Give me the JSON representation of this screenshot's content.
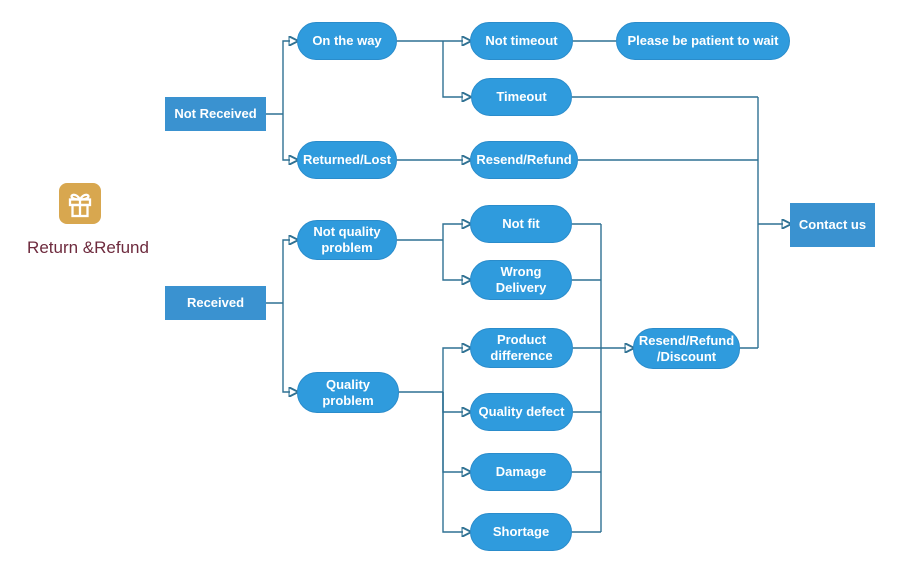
{
  "brand": {
    "icon": "gift-icon",
    "label": "Return &Refund",
    "label_color": "#6e2b3e",
    "icon_bg": "#d8a74f"
  },
  "colors": {
    "pill_fill": "#2f9bdd",
    "pill_border": "#2a8ccb",
    "rect_fill": "#3a92d0",
    "connector": "#2f7193",
    "node_text": "#ffffff",
    "background": "#ffffff"
  },
  "diagram": {
    "nodes": {
      "not_received": {
        "label": "Not Received",
        "shape": "rect"
      },
      "on_the_way": {
        "label": "On the way",
        "shape": "pill"
      },
      "not_timeout": {
        "label": "Not timeout",
        "shape": "pill"
      },
      "please_wait": {
        "label": "Please be patient to wait",
        "shape": "pill"
      },
      "timeout": {
        "label": "Timeout",
        "shape": "pill"
      },
      "returned_lost": {
        "label": "Returned/Lost",
        "shape": "pill"
      },
      "resend_refund": {
        "label": "Resend/Refund",
        "shape": "pill"
      },
      "received": {
        "label": "Received",
        "shape": "rect"
      },
      "not_quality_problem": {
        "label": "Not quality problem",
        "shape": "pill"
      },
      "not_fit": {
        "label": "Not fit",
        "shape": "pill"
      },
      "wrong_delivery": {
        "label": "Wrong Delivery",
        "shape": "pill"
      },
      "quality_problem": {
        "label": "Quality problem",
        "shape": "pill"
      },
      "product_difference": {
        "label": "Product difference",
        "shape": "pill"
      },
      "quality_defect": {
        "label": "Quality defect",
        "shape": "pill"
      },
      "damage": {
        "label": "Damage",
        "shape": "pill"
      },
      "shortage": {
        "label": "Shortage",
        "shape": "pill"
      },
      "resend_refund_discount": {
        "label": "Resend/Refund\n/Discount",
        "shape": "pill"
      },
      "contact_us": {
        "label": "Contact us",
        "shape": "rect"
      }
    },
    "edges": [
      {
        "from": "not_received",
        "to": "on_the_way"
      },
      {
        "from": "not_received",
        "to": "returned_lost"
      },
      {
        "from": "on_the_way",
        "to": "not_timeout"
      },
      {
        "from": "on_the_way",
        "to": "timeout"
      },
      {
        "from": "not_timeout",
        "to": "please_wait"
      },
      {
        "from": "timeout",
        "to": "contact_us"
      },
      {
        "from": "returned_lost",
        "to": "resend_refund"
      },
      {
        "from": "resend_refund",
        "to": "contact_us"
      },
      {
        "from": "received",
        "to": "not_quality_problem"
      },
      {
        "from": "received",
        "to": "quality_problem"
      },
      {
        "from": "not_quality_problem",
        "to": "not_fit"
      },
      {
        "from": "not_quality_problem",
        "to": "wrong_delivery"
      },
      {
        "from": "quality_problem",
        "to": "product_difference"
      },
      {
        "from": "quality_problem",
        "to": "quality_defect"
      },
      {
        "from": "quality_problem",
        "to": "damage"
      },
      {
        "from": "quality_problem",
        "to": "shortage"
      },
      {
        "from": "not_fit",
        "to": "resend_refund_discount"
      },
      {
        "from": "wrong_delivery",
        "to": "resend_refund_discount"
      },
      {
        "from": "product_difference",
        "to": "resend_refund_discount"
      },
      {
        "from": "quality_defect",
        "to": "resend_refund_discount"
      },
      {
        "from": "damage",
        "to": "resend_refund_discount"
      },
      {
        "from": "shortage",
        "to": "resend_refund_discount"
      },
      {
        "from": "resend_refund_discount",
        "to": "contact_us"
      }
    ]
  }
}
